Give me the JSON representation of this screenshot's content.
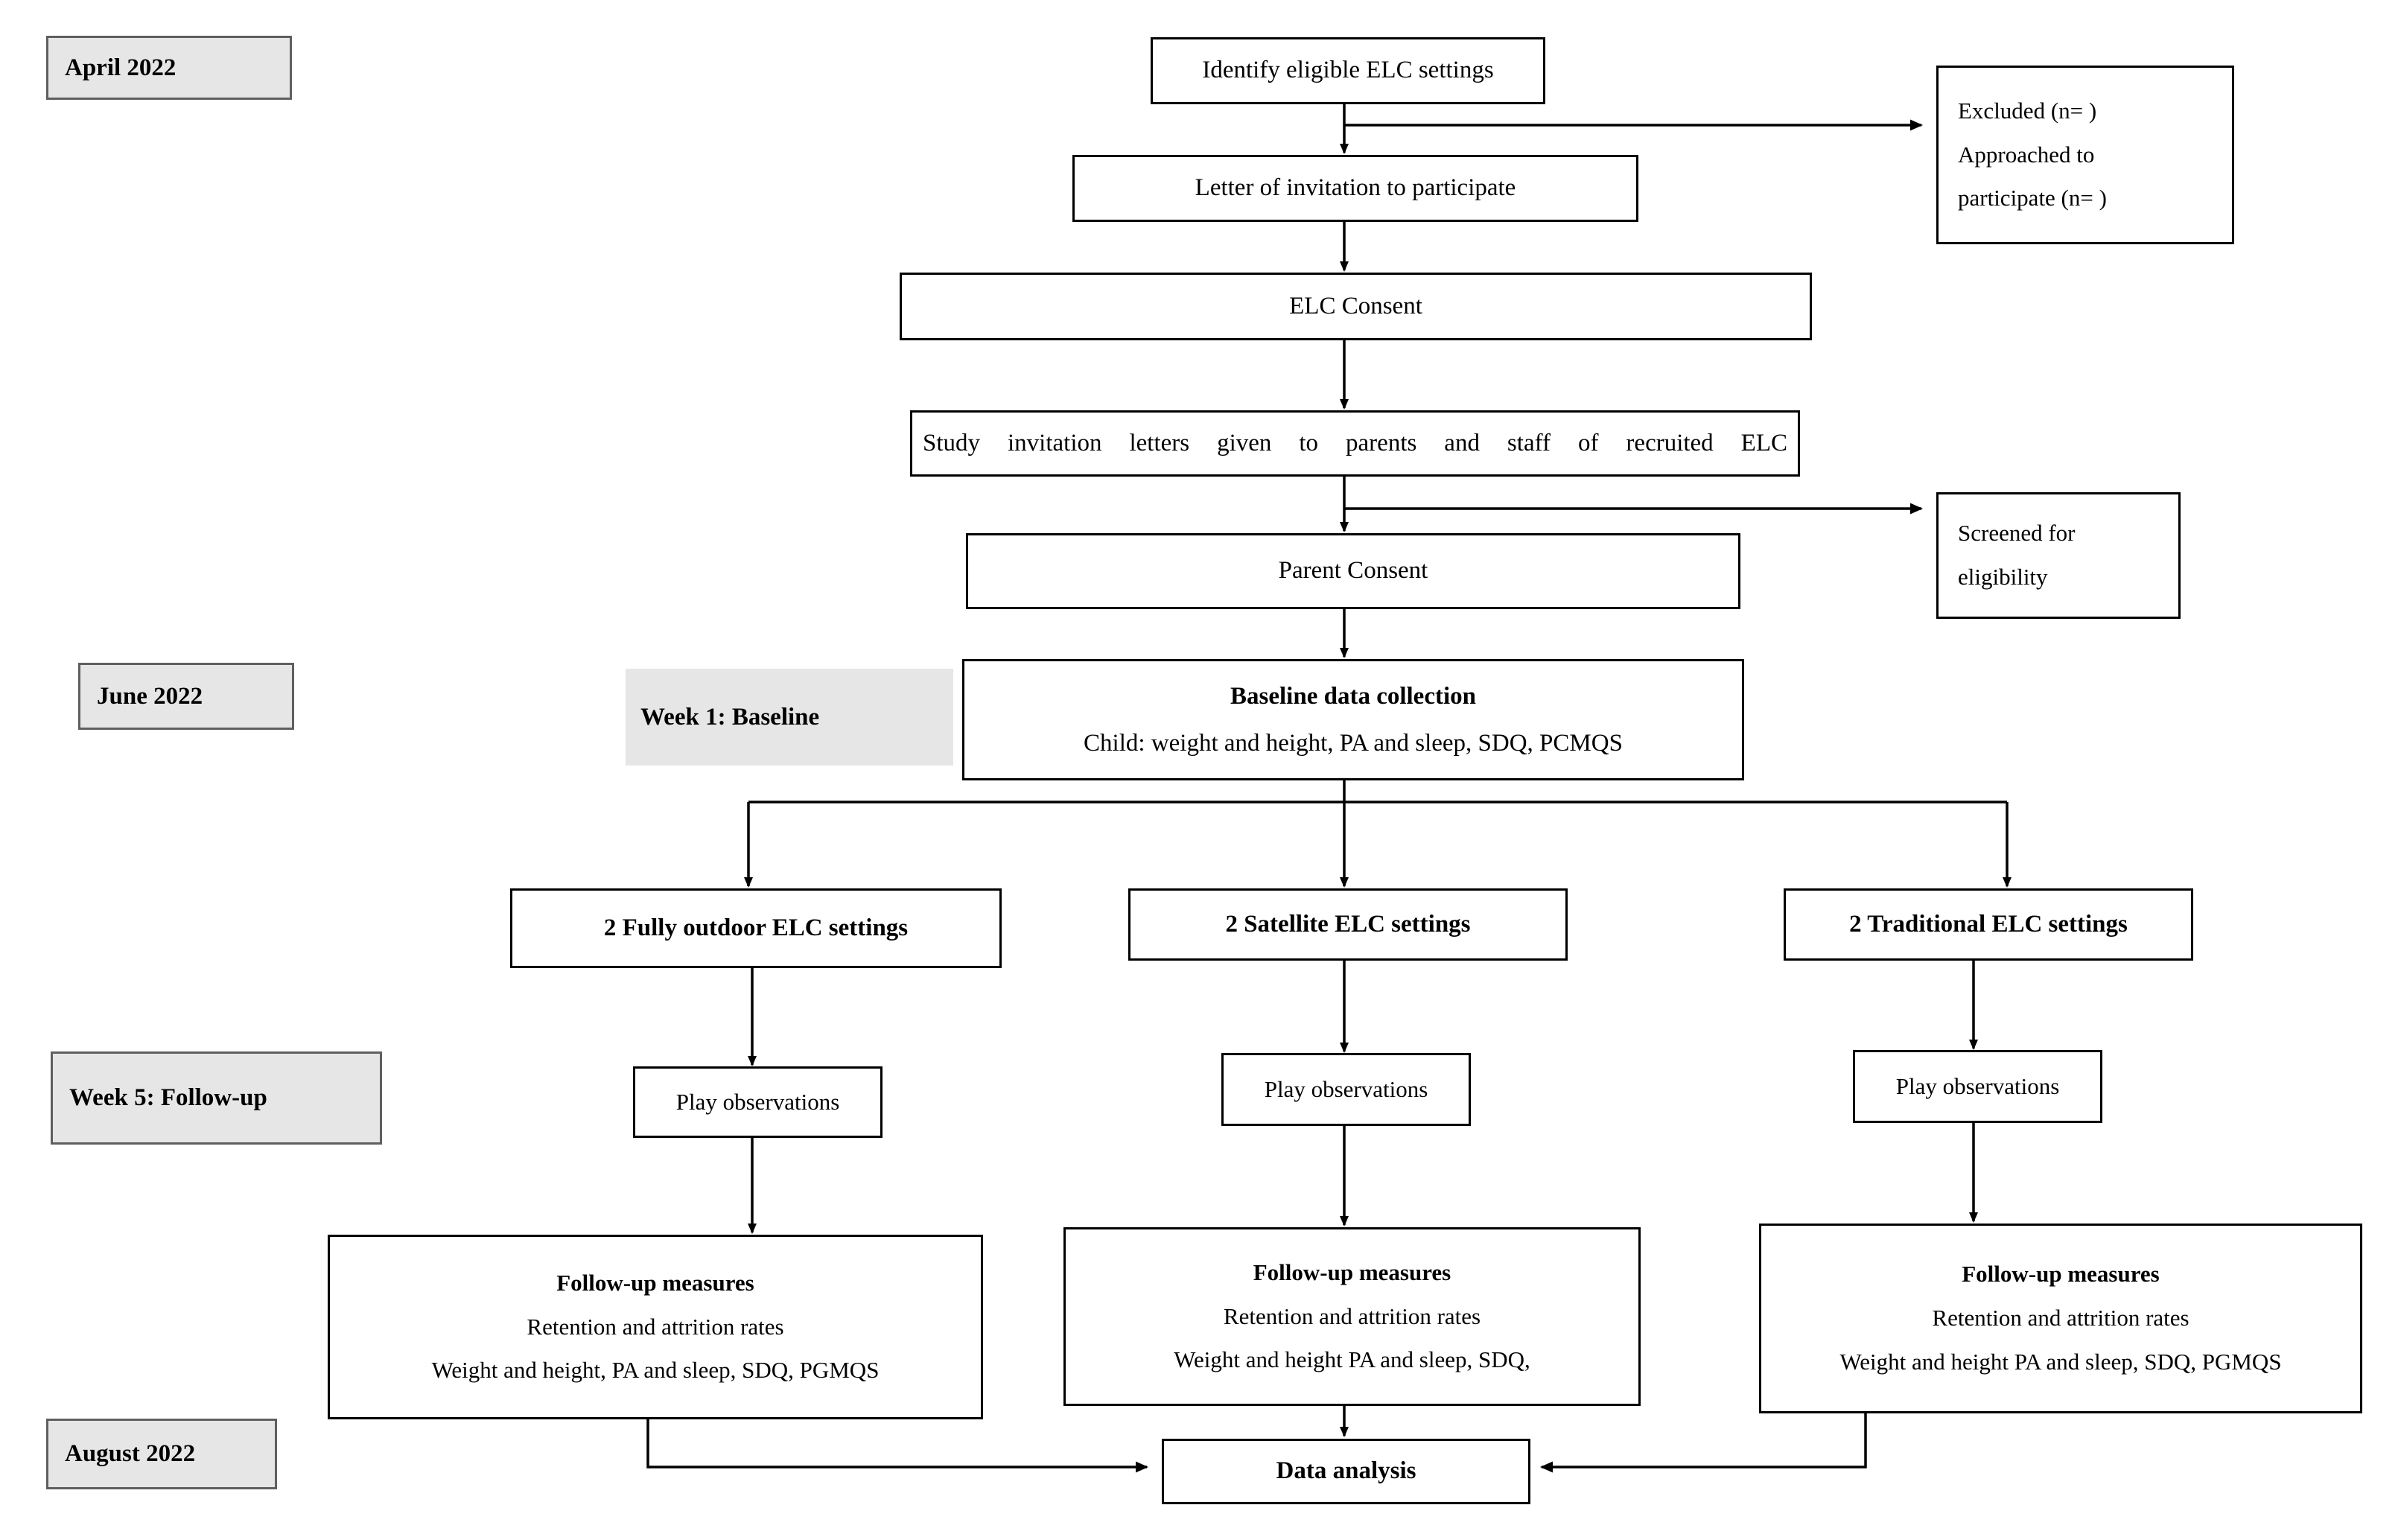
{
  "diagram": {
    "title": "ELC study recruitment and data collection flow",
    "colors": {
      "period_fill": "#e6e6e6",
      "period_border": "#5f5f5f",
      "node_border": "#000000",
      "node_fill": "#ffffff",
      "connector": "#000000"
    }
  },
  "periods": [
    {
      "id": "april",
      "label": "April 2022"
    },
    {
      "id": "june",
      "label": "June 2022"
    },
    {
      "id": "week5",
      "label": "Week 5: Follow-up"
    },
    {
      "id": "august",
      "label": "August 2022"
    }
  ],
  "banners": [
    {
      "id": "week1",
      "label": "Week 1: Baseline"
    }
  ],
  "nodes": {
    "identify": {
      "line1": "Identify eligible ELC settings"
    },
    "excluded": {
      "line1": "Excluded (n= )",
      "line2": "Approached to",
      "line3": "participate (n= )"
    },
    "letter": {
      "line1": "Letter of invitation to participate"
    },
    "elc_consent": {
      "line1": "ELC Consent"
    },
    "study_letters": {
      "line1": "Study invitation letters given to parents and staff of recruited ELC"
    },
    "screened": {
      "line1": "Screened for",
      "line2": "eligibility"
    },
    "parent_consent": {
      "line1": "Parent Consent"
    },
    "baseline": {
      "line1": "Baseline data collection",
      "line2": "Child: weight and height, PA and sleep, SDQ, PCMQS"
    },
    "arm_outdoor": {
      "line1": "2 Fully outdoor ELC settings"
    },
    "arm_satellite": {
      "line1": "2 Satellite ELC settings"
    },
    "arm_traditional": {
      "line1": "2 Traditional ELC settings"
    },
    "play_outdoor": {
      "line1": "Play observations"
    },
    "play_satellite": {
      "line1": "Play observations"
    },
    "play_traditional": {
      "line1": "Play observations"
    },
    "followup_outdoor": {
      "line1": "Follow-up measures",
      "line2": "Retention and attrition rates",
      "line3": "Weight and height, PA and sleep, SDQ, PGMQS"
    },
    "followup_satellite": {
      "line1": "Follow-up measures",
      "line2": "Retention and attrition rates",
      "line3": "Weight and height PA and sleep, SDQ,"
    },
    "followup_traditional": {
      "line1": "Follow-up measures",
      "line2": "Retention and attrition rates",
      "line3": "Weight and height PA and sleep, SDQ, PGMQS"
    },
    "data_analysis": {
      "line1": "Data analysis"
    }
  }
}
